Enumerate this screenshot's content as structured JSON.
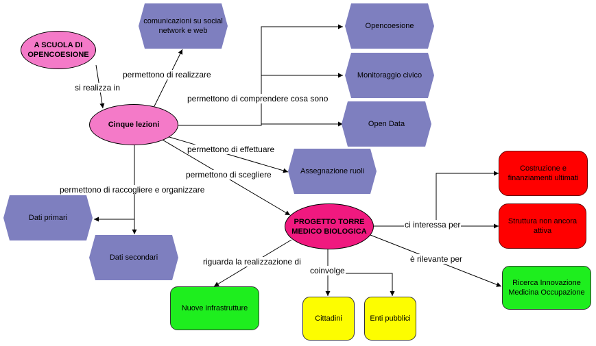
{
  "nodes": {
    "a_scuola": "A SCUOLA DI OPENCOESIONE",
    "cinque_lezioni": "Cinque lezioni",
    "comunicazioni": "comunicazioni su social network e web",
    "opencoesione": "Opencoesione",
    "monitoraggio": "Monitoraggio civico",
    "open_data": "Open Data",
    "assegnazione": "Assegnazione ruoli",
    "dati_primari": "Dati primari",
    "dati_secondari": "Dati secondari",
    "progetto": "PROGETTO TORRE MEDICO BIOLOGICA",
    "costruzione": "Costruzione e finanziamenti ultimati",
    "struttura": "Struttura non ancora attiva",
    "ricerca": "Ricerca Innovazione Medicina Occupazione",
    "nuove_infrastrutture": "Nuove infrastrutture",
    "cittadini": "Cittadini",
    "enti_pubblici": "Enti pubblici"
  },
  "links": {
    "si_realizza_in": "si realizza in",
    "permettono_realizzare": "permettono di realizzare",
    "permettono_comprendere": "permettono di comprendere cosa sono",
    "permettono_effettuare": "permettono di effettuare",
    "permettono_scegliere": "permettono di scegliere",
    "permettono_raccogliere": "permettono di raccogliere e organizzare",
    "ci_interessa_per": "ci interessa per",
    "e_rilevante_per": "è rilevante per",
    "riguarda": "riguarda la realizzazione di",
    "coinvolge": "coinvolge"
  },
  "colors": {
    "pink": "#f47ac8",
    "magenta": "#f0197f",
    "hexagon": "#7e7fbf",
    "green": "#1eee1e",
    "yellow": "#fdfd00",
    "red": "#ff0000"
  }
}
